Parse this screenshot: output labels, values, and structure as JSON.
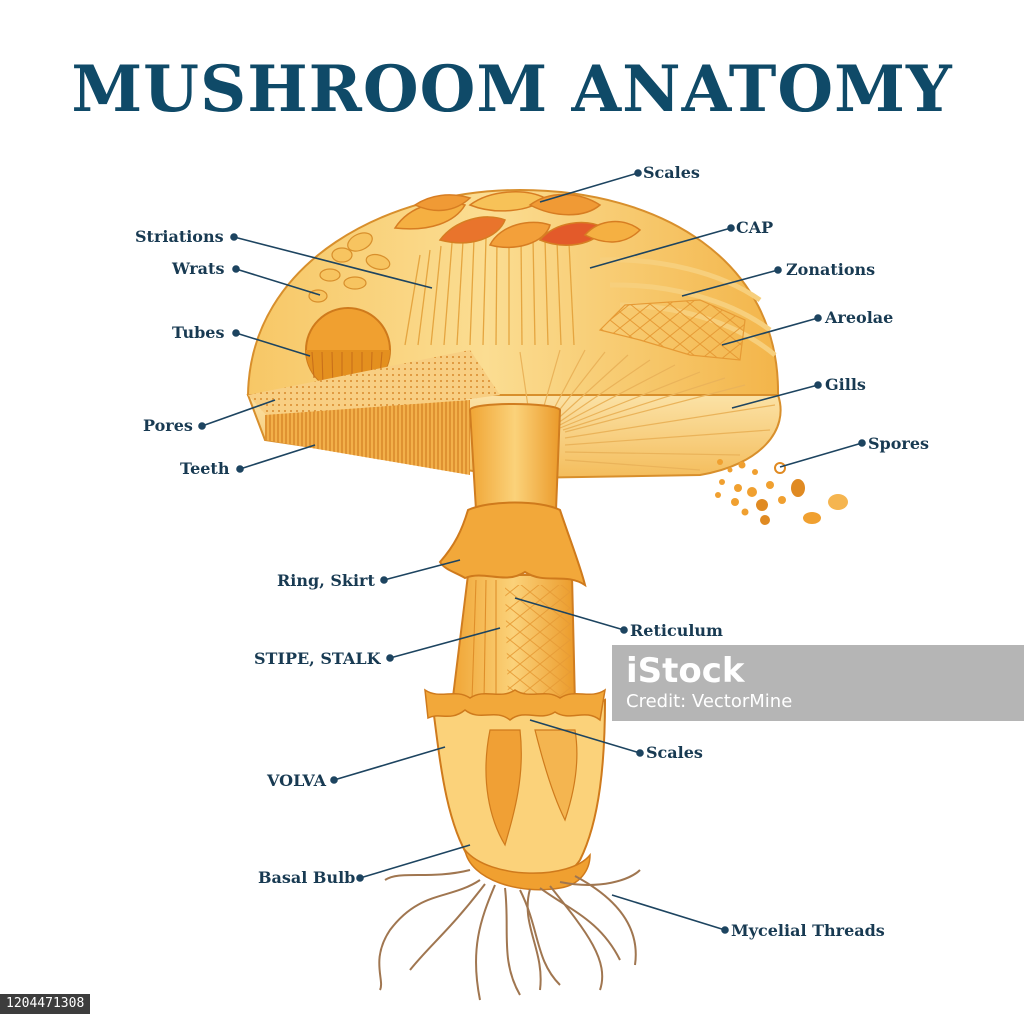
{
  "title": "MUSHROOM ANATOMY",
  "labels": {
    "scales_top": "Scales",
    "cap": "CAP",
    "zonations": "Zonations",
    "areolae": "Areolae",
    "gills": "Gills",
    "spores": "Spores",
    "striations": "Striations",
    "wrats": "Wrats",
    "tubes": "Tubes",
    "pores": "Pores",
    "teeth": "Teeth",
    "ring_skirt": "Ring, Skirt",
    "reticulum": "Reticulum",
    "stipe_stalk": "STIPE, STALK",
    "scales_bottom": "Scales",
    "volva": "VOLVA",
    "basal_bulb": "Basal Bulb",
    "mycelial_threads": "Mycelial Threads"
  },
  "watermark": {
    "logo": "iStock",
    "credit": "Credit: VectorMine"
  },
  "stock_id": "1204471308",
  "colors": {
    "title": "#0f4a68",
    "leader_line": "#1d4460",
    "cap_light": "#fbd98a",
    "cap_mid": "#f5b948",
    "cap_dark": "#e08a22",
    "accent_red": "#e35a2a",
    "roots": "#a07650"
  }
}
